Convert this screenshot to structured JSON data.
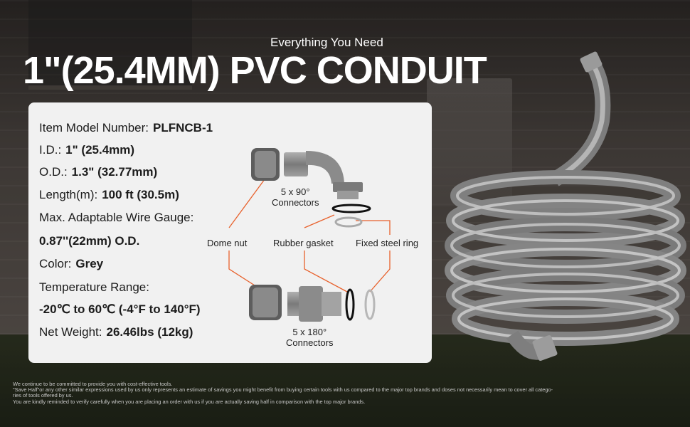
{
  "header": {
    "subtitle": "Everything You Need",
    "title": "1\"(25.4MM) PVC CONDUIT"
  },
  "specs": [
    {
      "label": "Item Model Number:",
      "value": "PLFNCB-1"
    },
    {
      "label": "I.D.:",
      "value": "1\" (25.4mm)"
    },
    {
      "label": "O.D.:",
      "value": "1.3\" (32.77mm)"
    },
    {
      "label": "Length(m):",
      "value": "100 ft (30.5m)"
    },
    {
      "label": "Max. Adaptable Wire Gauge:",
      "value": ""
    },
    {
      "label": "",
      "value": "0.87''(22mm) O.D."
    },
    {
      "label": "Color:",
      "value": "Grey"
    },
    {
      "label": "Temperature Range:",
      "value": ""
    },
    {
      "label": "",
      "value": "-20℃ to 60℃ (-4°F to 140°F)"
    },
    {
      "label": "Net Weight:",
      "value": "26.46lbs (12kg)"
    }
  ],
  "parts": {
    "connector_90": "5 x 90°\nConnectors",
    "connector_180": "5 x 180°\nConnectors",
    "dome_nut": "Dome nut",
    "rubber_gasket": "Rubber gasket",
    "fixed_steel_ring": "Fixed steel ring"
  },
  "fineprint": [
    "We continue to be committed to provide you with cost-effective tools.",
    "\"Save Half\"or any other similar expressions used by us only represents an estimate of savings you might benefit from buying certain tools with us compared to the major top brands and doses not necessarily mean to cover all catego-",
    "ries of tools offered by us.",
    "You are kindly reminded to verify carefully when you are placing an order with us if you are actually saving half in comparison with the top major brands."
  ],
  "colors": {
    "accent_line": "#e8612c",
    "conduit": "#8a8a8a",
    "card": "#f1f1f1"
  }
}
